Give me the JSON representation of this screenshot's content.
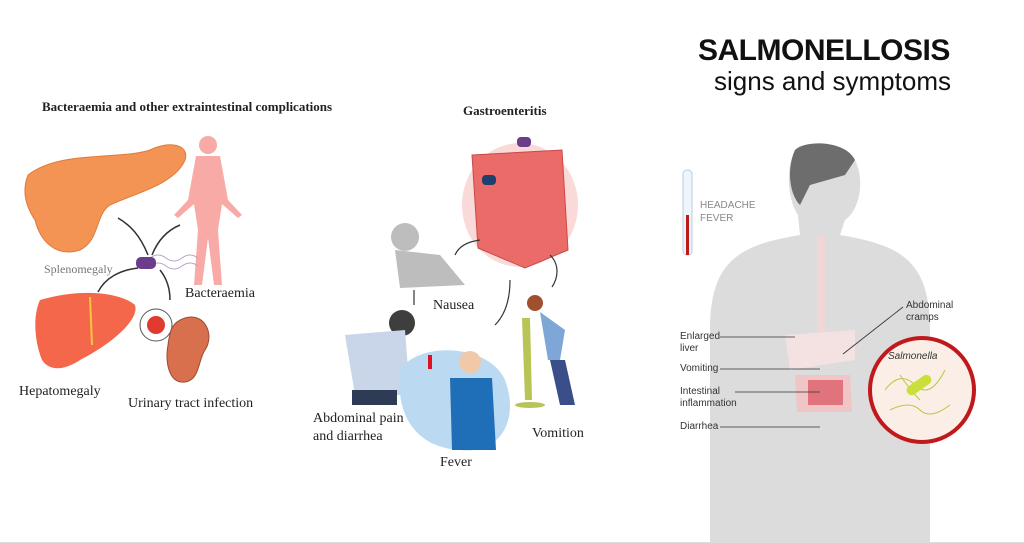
{
  "left_panel": {
    "title": "Bacteraemia and other extraintestinal complications",
    "labels": {
      "splenomegaly": "Splenomegaly",
      "bacteraemia": "Bacteraemia",
      "hepatomegaly": "Hepatomegaly",
      "uti": "Urinary tract infection"
    }
  },
  "middle_panel": {
    "title": "Gastroenteritis",
    "labels": {
      "nausea": "Nausea",
      "abdominal_pain_1": "Abdominal pain",
      "abdominal_pain_2": "and diarrhea",
      "fever": "Fever",
      "vomition": "Vomition"
    }
  },
  "right_panel": {
    "title": "SALMONELLOSIS",
    "subtitle": "signs and symptoms",
    "thermometer_labels": [
      "HEADACHE",
      "FEVER"
    ],
    "callouts": {
      "enlarged_liver": [
        "Enlarged",
        "liver"
      ],
      "vomiting": "Vomiting",
      "intestinal_inflammation": [
        "Intestinal",
        "inflammation"
      ],
      "diarrhea": "Diarrhea",
      "abdominal_cramps": [
        "Abdominal",
        "cramps"
      ],
      "salmonella": "Salmonella"
    }
  },
  "colors": {
    "organ_orange": "#f28a4a",
    "body_pink": "#f6a3a0",
    "intestine_red": "#e8615f",
    "bacteria_purple": "#6b3d8a",
    "ring_red": "#c0191c",
    "body_grey": "#d9d9d9"
  }
}
